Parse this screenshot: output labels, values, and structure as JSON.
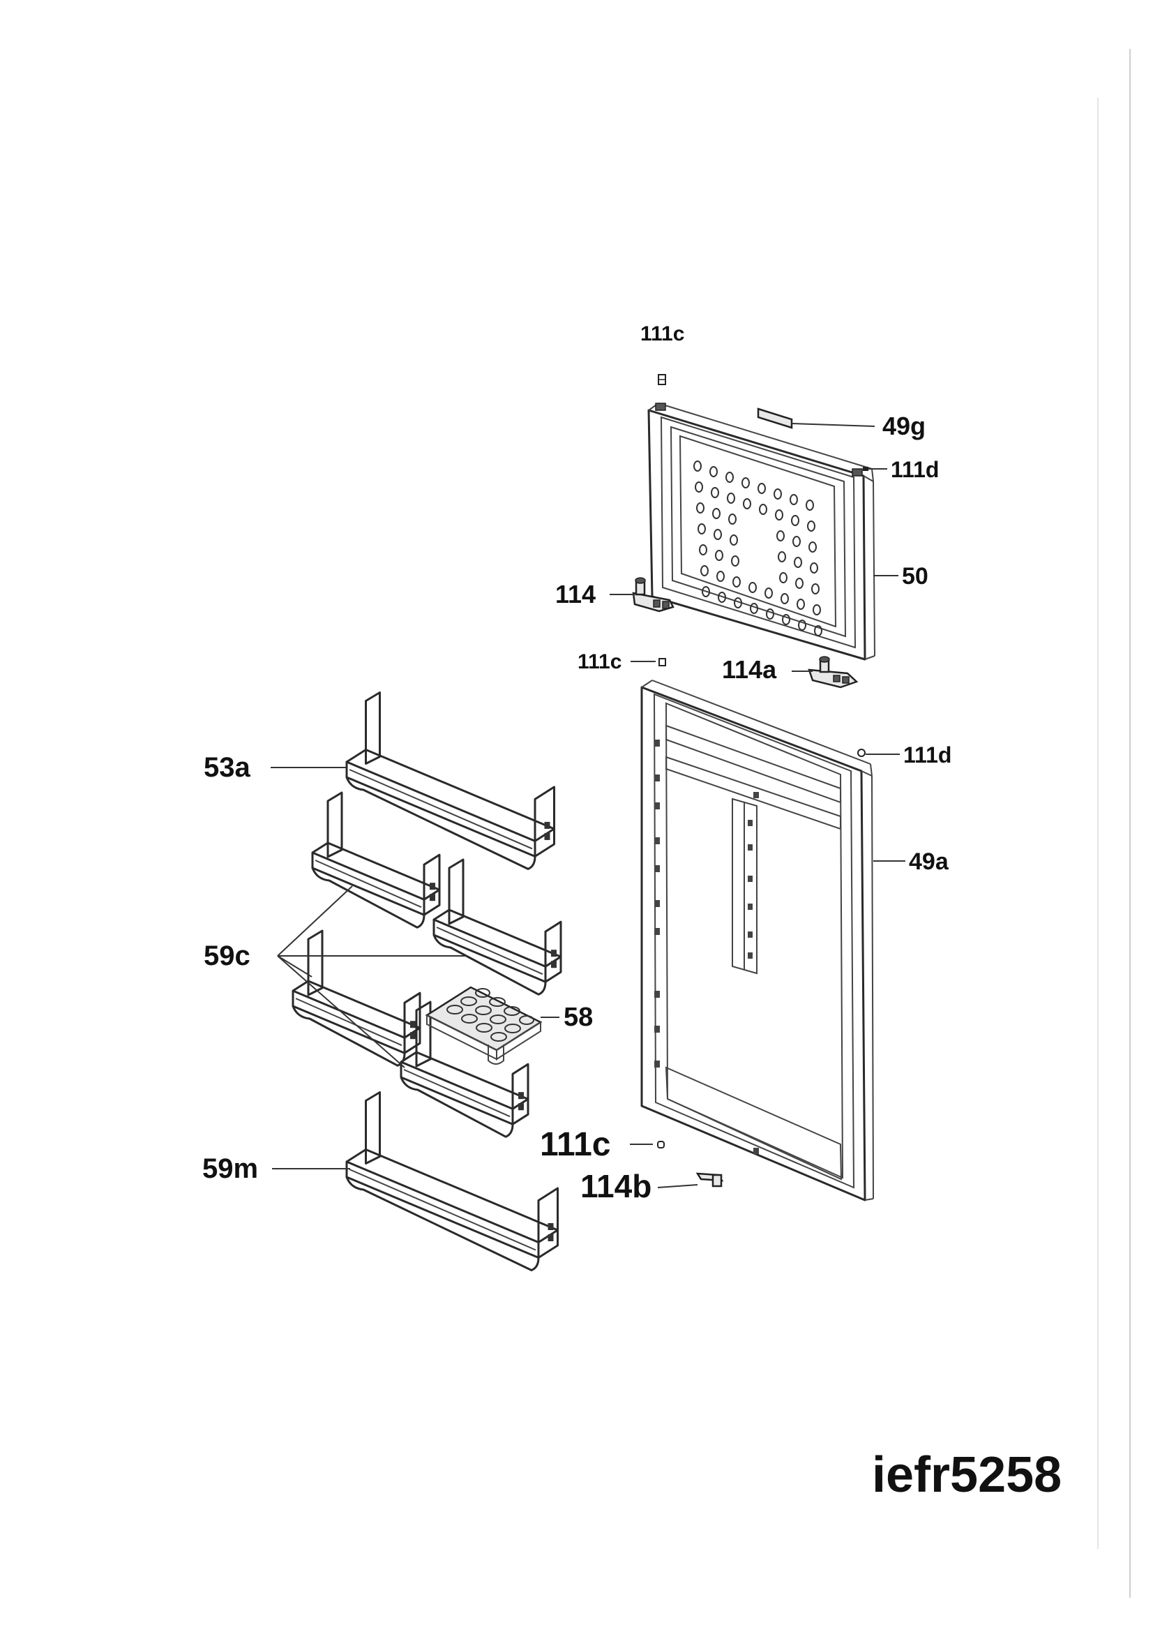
{
  "model_code": "iefr5258",
  "labels": {
    "p111c_top": "111c",
    "p49g": "49g",
    "p111d_top": "111d",
    "p50": "50",
    "p114": "114",
    "p111c_mid": "111c",
    "p114a": "114a",
    "p111d_mid": "111d",
    "p53a": "53a",
    "p49a": "49a",
    "p59c": "59c",
    "p58": "58",
    "p111c_low": "111c",
    "p114b": "114b",
    "p59m": "59m"
  }
}
